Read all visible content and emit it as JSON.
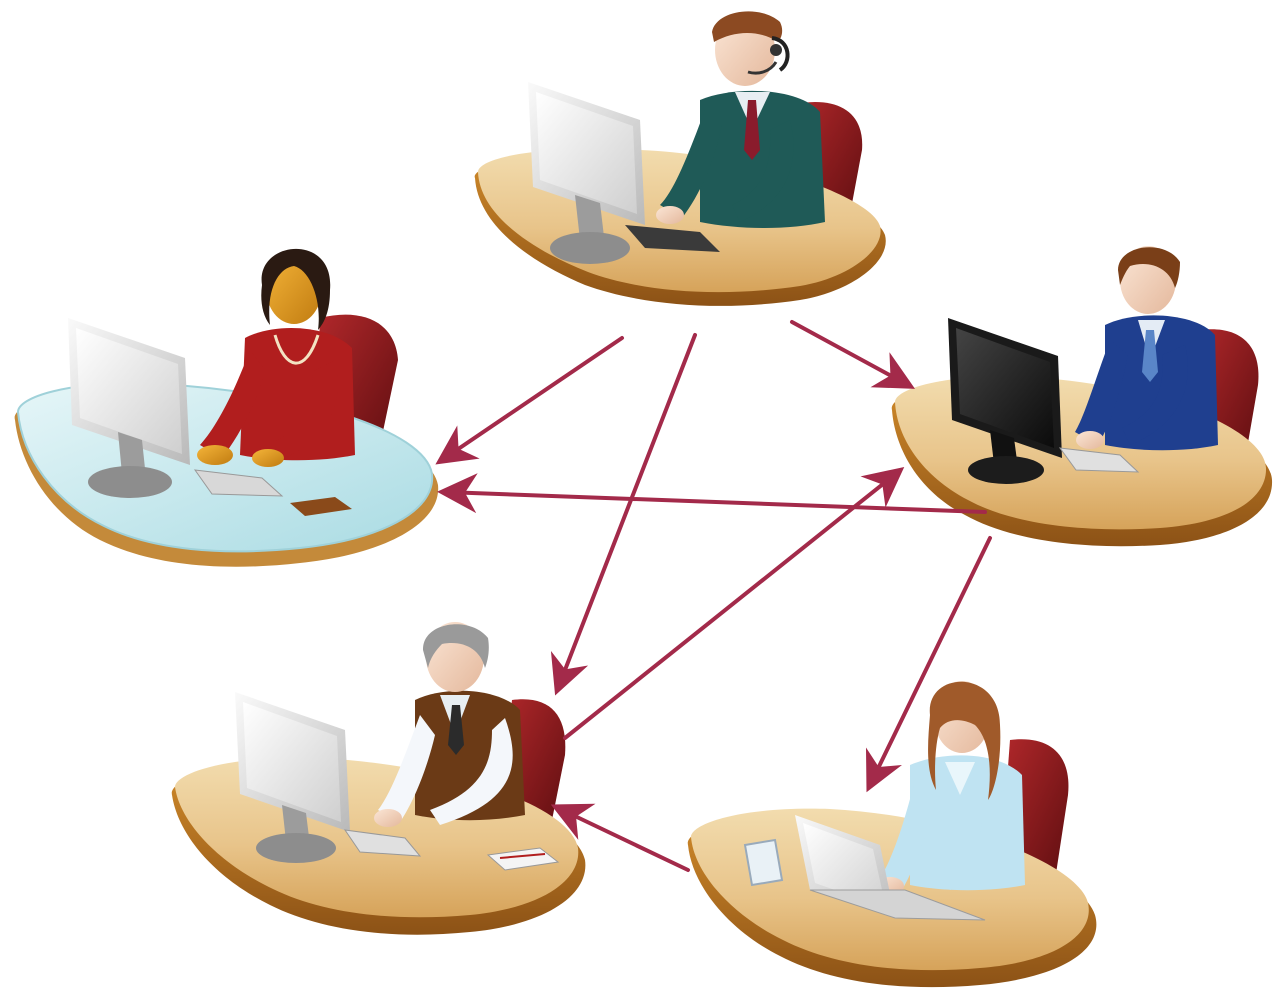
{
  "diagram": {
    "type": "network",
    "nodes": [
      {
        "id": "n1",
        "icon": "man-with-headset-icon",
        "desk": "wood",
        "monitor": "white"
      },
      {
        "id": "n2",
        "icon": "woman-in-red-icon",
        "desk": "glass",
        "monitor": "white"
      },
      {
        "id": "n3",
        "icon": "man-in-blue-suit-icon",
        "desk": "wood",
        "monitor": "black"
      },
      {
        "id": "n4",
        "icon": "grey-haired-man-icon",
        "desk": "wood",
        "monitor": "white"
      },
      {
        "id": "n5",
        "icon": "woman-with-laptop-icon",
        "desk": "wood",
        "monitor": "laptop"
      }
    ],
    "edges": [
      {
        "from": "n1",
        "to": "n2"
      },
      {
        "from": "n1",
        "to": "n3"
      },
      {
        "from": "n1",
        "to": "n4"
      },
      {
        "from": "n3",
        "to": "n2"
      },
      {
        "from": "n4",
        "to": "n3"
      },
      {
        "from": "n3",
        "to": "n5"
      },
      {
        "from": "n5",
        "to": "n4"
      }
    ]
  },
  "colors": {
    "arrow": "#a32a4a",
    "wood_desk": "#d9a653",
    "glass_desk": "#bfe6ec",
    "chair": "#8b1a1a"
  }
}
